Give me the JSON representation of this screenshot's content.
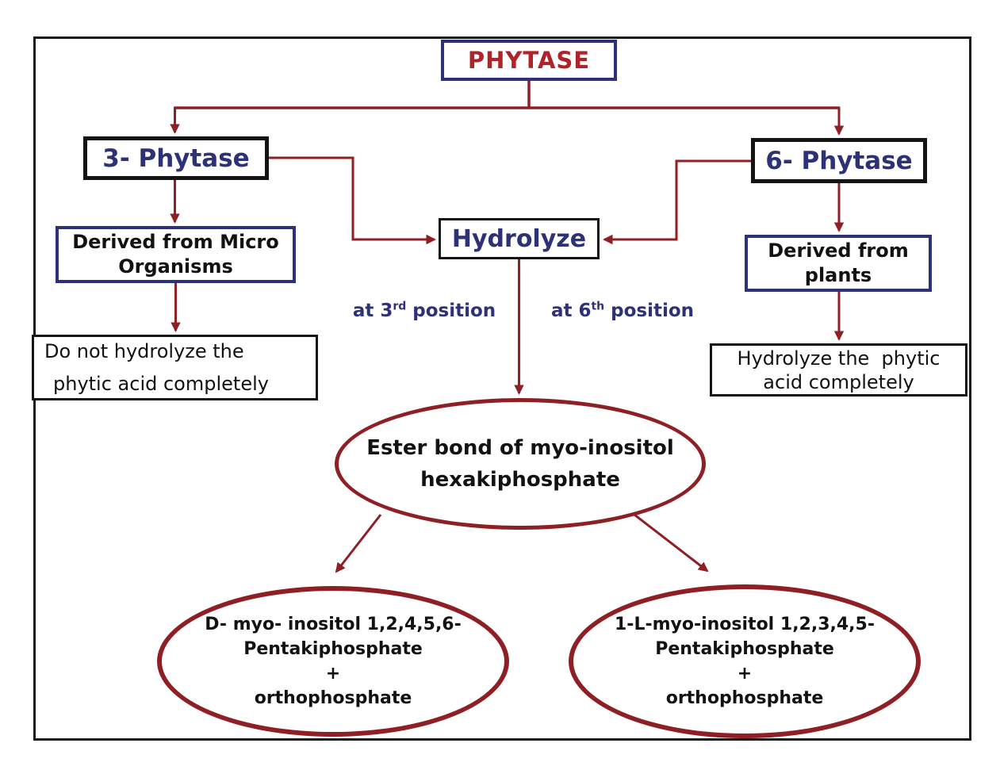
{
  "diagram": {
    "title_block": {
      "label": "PHYTASE"
    },
    "nodes": {
      "phytase3": {
        "label": "3- Phytase"
      },
      "phytase6": {
        "label": "6- Phytase"
      },
      "hydrolyze": {
        "label": "Hydrolyze"
      },
      "derived_micro": {
        "lines": [
          "Derived from Micro",
          "Organisms"
        ]
      },
      "derived_plants": {
        "lines": [
          "Derived from",
          "plants"
        ]
      },
      "result_incomplete": {
        "lines": [
          "Do not hydrolyze the",
          "phytic acid completely"
        ]
      },
      "result_complete": {
        "lines": [
          "Hydrolyze the  phytic",
          "acid completely"
        ]
      },
      "ester_bond": {
        "lines": [
          "Ester bond of myo-inositol",
          "hexakiphosphate"
        ]
      },
      "product_left": {
        "lines": [
          "D- myo- inositol 1,2,4,5,6-",
          "Pentakiphosphate",
          "+",
          "orthophosphate"
        ]
      },
      "product_right": {
        "lines": [
          "1-L-myo-inositol 1,2,3,4,5-",
          "Pentakiphosphate",
          "+",
          "orthophosphate"
        ]
      }
    },
    "annotations": {
      "position3": {
        "prefix": "at 3",
        "sup": "rd",
        "suffix": " position"
      },
      "position6": {
        "prefix": "at 6",
        "sup": "th",
        "suffix": " position"
      }
    },
    "colors": {
      "connector_red": "#8e2025",
      "title_red": "#b02328",
      "navy": "#2d3178",
      "text_black": "#121212"
    }
  }
}
